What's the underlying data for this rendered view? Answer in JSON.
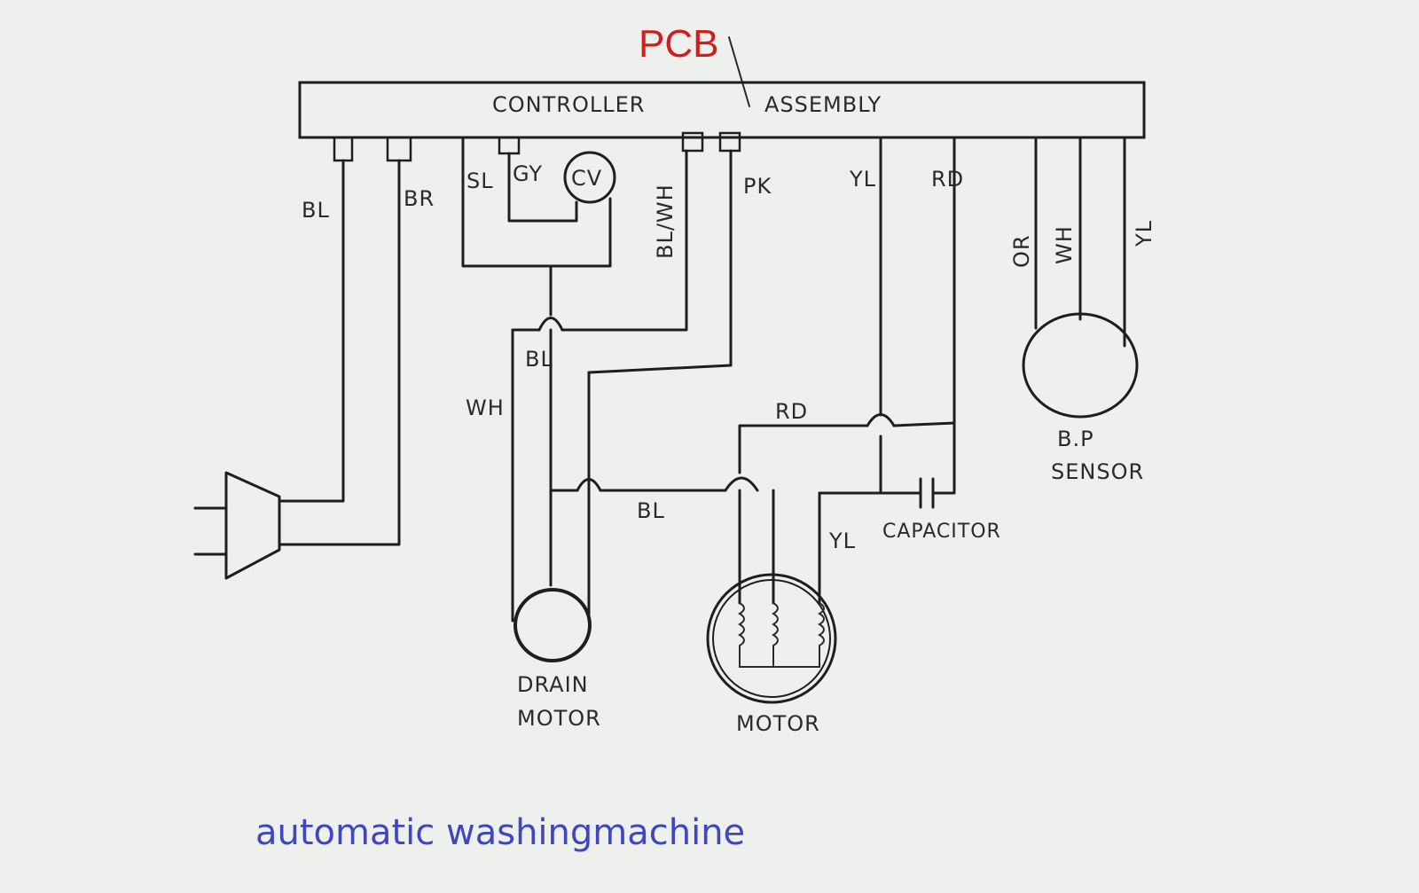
{
  "pcb_label": "PCB",
  "controller": {
    "left_text": "CONTROLLER",
    "right_text": "ASSEMBLY"
  },
  "wires": {
    "plug_bl": "BL",
    "plug_br": "BR",
    "sl": "SL",
    "gy": "GY",
    "bl_wh_top": "BL/WH",
    "pk": "PK",
    "yl_top": "YL",
    "rd_top": "RD",
    "or": "OR",
    "wh_sensor": "WH",
    "yl_sensor": "YL",
    "bl_mid": "BL",
    "wh_mid": "WH",
    "rd_mid": "RD",
    "bl_low": "BL",
    "yl_motor": "YL"
  },
  "components": {
    "cv": "CV",
    "drain_motor_line1": "DRAIN",
    "drain_motor_line2": "MOTOR",
    "motor": "MOTOR",
    "capacitor": "CAPACITOR",
    "sensor_line1": "B.P",
    "sensor_line2": "SENSOR"
  },
  "caption": "automatic washingmachine",
  "colors": {
    "pcb_label": "#d41c1c",
    "caption": "#3f47c0",
    "ink": "#1e1e1e",
    "paper": "#eef0ee"
  }
}
